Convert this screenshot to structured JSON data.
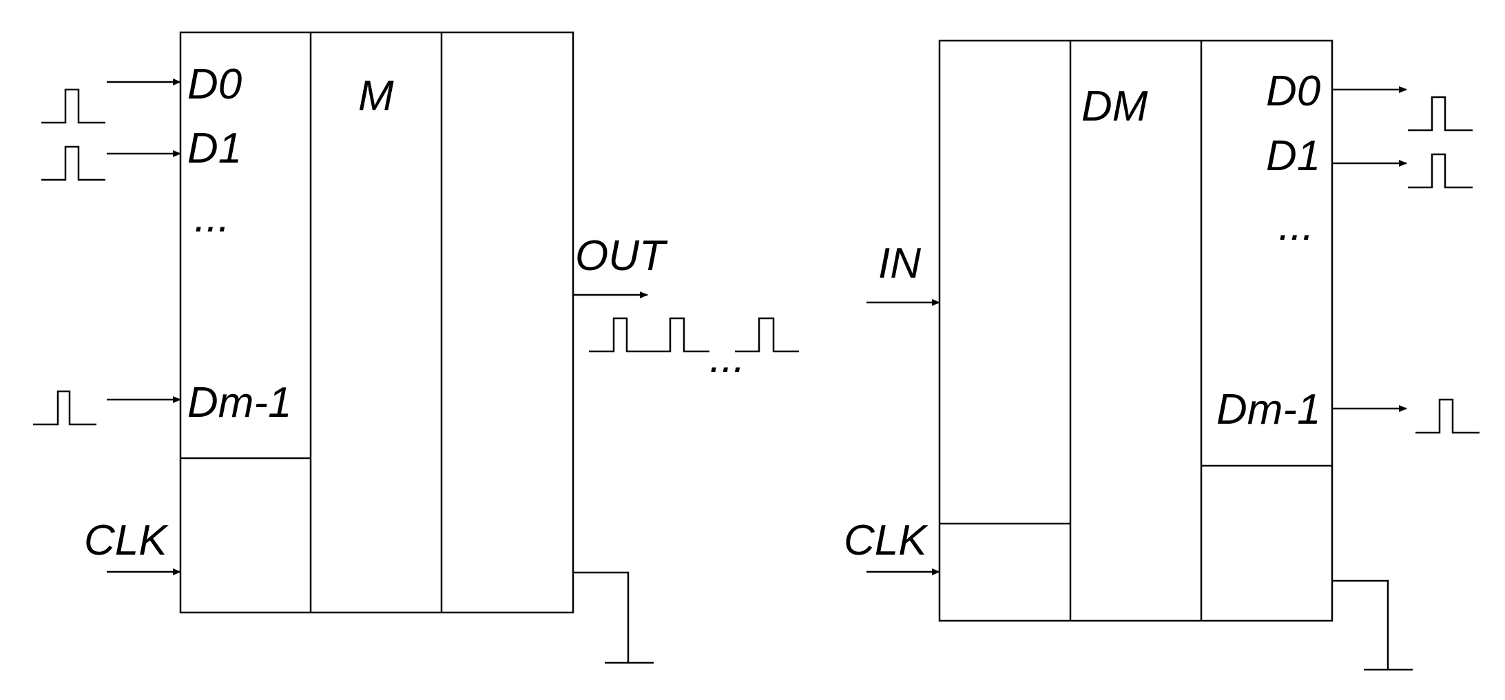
{
  "mux": {
    "title": "M",
    "inputs": [
      "D0",
      "D1",
      "...",
      "Dm-1"
    ],
    "clock": "CLK",
    "output": "OUT",
    "output_ellipsis": "..."
  },
  "demux": {
    "title": "DM",
    "input": "IN",
    "clock": "CLK",
    "outputs": [
      "D0",
      "D1",
      "...",
      "Dm-1"
    ]
  },
  "colors": {
    "line": "#000000",
    "background": "#ffffff"
  }
}
